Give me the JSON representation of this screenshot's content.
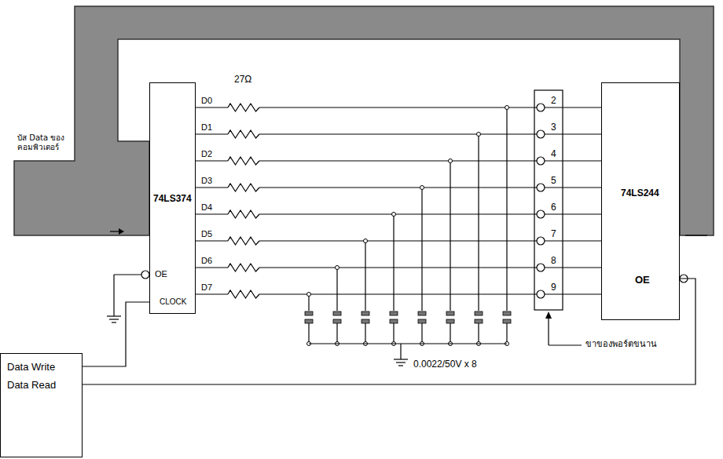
{
  "diagram": {
    "nodes": [
      {
        "text": [
          "74LS374"
        ]
      },
      {
        "text": [
          "74LS244"
        ]
      },
      {
        "text": [
          "Data Write",
          "Data Read"
        ]
      }
    ],
    "edges": [
      {
        "from": 2,
        "to": 0,
        "arrow": "none"
      },
      {
        "from": 2,
        "to": 1,
        "arrow": "none"
      }
    ],
    "labels": [
      "บัส Data ของคอมพิวเตอร์",
      "27Ω",
      "D0",
      "D1",
      "D2",
      "D3",
      "D4",
      "D5",
      "D6",
      "D7",
      "OE",
      "CLOCK",
      "2",
      "3",
      "4",
      "5",
      "6",
      "7",
      "8",
      "9",
      "OE",
      "0.0022/50V x 8",
      "ขาของพอร์ตขนาน"
    ]
  }
}
